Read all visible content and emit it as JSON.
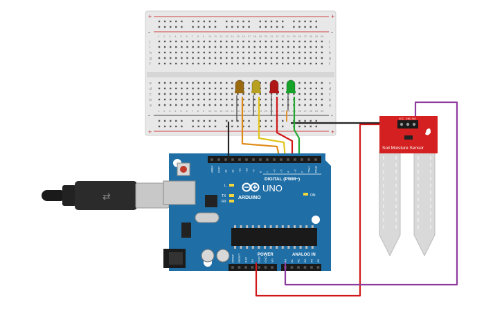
{
  "breadboard": {
    "rail_plus": "+",
    "rail_minus": "-",
    "row_letters_top": [
      "j",
      "i",
      "h",
      "g",
      "f"
    ],
    "row_letters_bottom": [
      "e",
      "d",
      "c",
      "b",
      "a"
    ],
    "column_numbers": [
      "1",
      "2",
      "3",
      "4",
      "5",
      "6",
      "7",
      "8",
      "9",
      "10",
      "11",
      "12",
      "13",
      "14",
      "15",
      "16",
      "17",
      "18",
      "19",
      "20",
      "21",
      "22",
      "23",
      "24",
      "25",
      "26",
      "27",
      "28",
      "29",
      "30"
    ]
  },
  "leds": [
    {
      "color": "#9a6a10",
      "name": "led-amber-dark"
    },
    {
      "color": "#b8a020",
      "name": "led-yellow"
    },
    {
      "color": "#b01818",
      "name": "led-red"
    },
    {
      "color": "#17a32a",
      "name": "led-green"
    }
  ],
  "arduino": {
    "brand": "ARDUINO",
    "model": "UNO",
    "digital_header": "DIGITAL (PWM~)",
    "power_header": "POWER",
    "analog_header": "ANALOG IN",
    "on_label": "ON",
    "tx_label": "TX",
    "rx_label": "RX",
    "l_label": "L",
    "digital_pins": [
      "AREF",
      "GND",
      "13",
      "12",
      "~11",
      "~10",
      "~9",
      "8",
      "7",
      "~6",
      "~5",
      "4",
      "~3",
      "2",
      "TX▸1",
      "RX◂0"
    ],
    "power_pins": [
      "IOREF",
      "RESET",
      "3.3V",
      "5V",
      "GND",
      "GND",
      "Vin"
    ],
    "analog_pins": [
      "A0",
      "A1",
      "A2",
      "A3",
      "A4",
      "A5"
    ],
    "board_color": "#1f6fa6"
  },
  "sensor": {
    "label": "Soil Moisture Sensor",
    "pins": [
      "VCC",
      "GND",
      "SIG"
    ],
    "board_color": "#d42020"
  },
  "wires": {
    "ground": "#222222",
    "orange": "#e08a18",
    "yellow": "#e0c418",
    "red": "#d01818",
    "green": "#22a830",
    "purple": "#8e3a9e"
  }
}
